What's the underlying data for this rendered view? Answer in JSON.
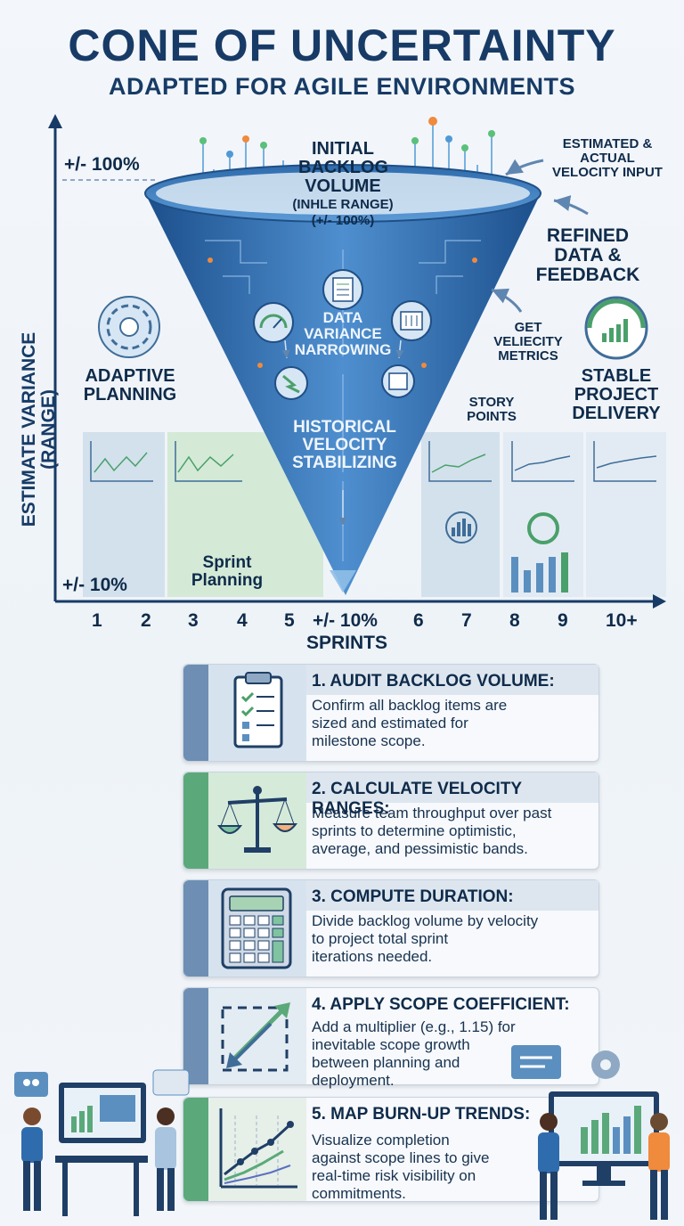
{
  "title": "CONE OF UNCERTAINTY",
  "subtitle": "ADAPTED FOR AGILE ENVIRONMENTS",
  "chart": {
    "y_axis_label": "ESTIMATE VARIANCE (RANGE)",
    "x_axis_label": "SPRINTS",
    "top_range": "+/- 100%",
    "bottom_range": "+/- 10%",
    "x_ticks": [
      "1",
      "2",
      "3",
      "4",
      "5",
      "+/- 10%",
      "6",
      "7",
      "8",
      "9",
      "10+"
    ],
    "cone": {
      "top_label": "INITIAL BACKLOG VOLUME",
      "top_sublabel_1": "(INHLE RANGE)",
      "top_sublabel_2": "(+/- 100%)",
      "middle_label": "DATA VARIANCE NARROWING",
      "lower_label": "HISTORICAL VELOCITY STABILIZING"
    },
    "annotations": {
      "estimated_velocity": "ESTIMATED & ACTUAL VELOCITY INPUT",
      "refined_data": "REFINED DATA & FEEDBACK",
      "velocity_metrics": "GET VELIECITY METRICS",
      "adaptive_planning": "ADAPTIVE PLANNING",
      "stable_delivery": "STABLE PROJECT DELIVERY",
      "story_points": "STORY POINTS",
      "sprint_planning": "Sprint Planning"
    }
  },
  "steps": [
    {
      "title": "1. AUDIT BACKLOG VOLUME:",
      "line1": "Confirm all backlog items are",
      "line2": "sized and estimated for",
      "line3": "milestone scope.",
      "accent": "#6e8fb3",
      "icon": "clipboard-icon"
    },
    {
      "title": "2. CALCULATE VELOCITY RANGES:",
      "line1": "Measure team throughput over past",
      "line2": "sprints to determine optimistic,",
      "line3": "average, and pessimistic bands.",
      "accent": "#5ba97a",
      "icon": "scales-icon"
    },
    {
      "title": "3. COMPUTE DURATION:",
      "line1": "Divide backlog volume by velocity",
      "line2": "to project total sprint",
      "line3": "iterations needed.",
      "accent": "#6e8fb3",
      "icon": "calculator-icon"
    },
    {
      "title": "4. APPLY SCOPE COEFFICIENT:",
      "line1": "Add a multiplier (e.g., 1.15) for",
      "line2": "inevitable scope growth",
      "line3": "between planning and",
      "line4": "deployment.",
      "accent": "#6e8fb3",
      "icon": "expand-icon"
    },
    {
      "title": "5. MAP BURN-UP TRENDS:",
      "line1": "Visualize completion",
      "line2": "against scope lines to give",
      "line3": "real-time risk visibility on",
      "line4": "commitments.",
      "accent": "#5ba97a",
      "icon": "burnup-chart-icon"
    }
  ]
}
